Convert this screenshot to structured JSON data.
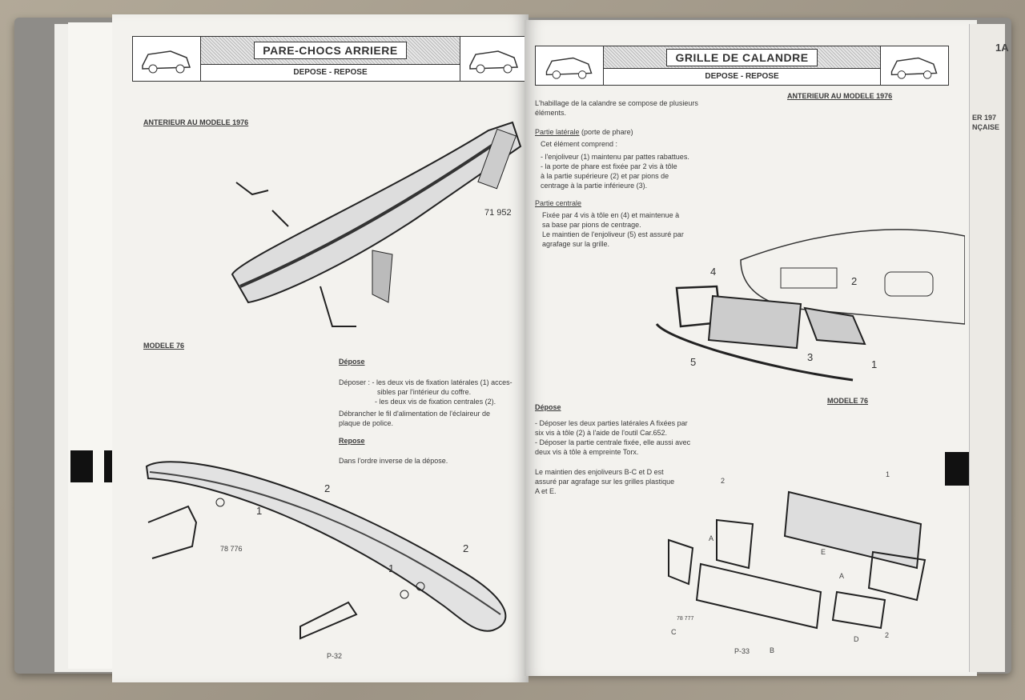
{
  "left_page": {
    "header": {
      "title": "PARE-CHOCS ARRIERE",
      "subtitle": "DEPOSE - REPOSE"
    },
    "section1": "ANTERIEUR AU MODELE 1976",
    "fig1_ref": "71 952",
    "section2": "MODELE 76",
    "fig2_ref": "78 776",
    "callouts": [
      "1",
      "2",
      "1",
      "2"
    ],
    "depose_title": "Dépose",
    "depose_lines": [
      "Déposer : - les deux vis de fixation latérales (1) acces-",
      "sibles par l'intérieur du coffre.",
      "- les deux vis de fixation centrales (2).",
      "Débrancher le fil d'alimentation de l'éclaireur de",
      "plaque de police."
    ],
    "repose_title": "Repose",
    "repose_text": "Dans l'ordre inverse de la dépose.",
    "page_number": "P-32"
  },
  "right_page": {
    "header": {
      "title": "GRILLE DE CALANDRE",
      "subtitle": "DEPOSE - REPOSE"
    },
    "intro": [
      "L'habillage de la calandre se compose de plusieurs",
      "éléments."
    ],
    "lateral_title": "Partie latérale",
    "lateral_title_rest": " (porte de phare)",
    "lateral_lines": [
      "Cet élément comprend :",
      "- l'enjoliveur (1) maintenu par pattes rabattues.",
      "- la porte de phare est fixée par 2 vis à tôle",
      "à la partie supérieure (2) et par pions de",
      "centrage à la partie inférieure (3)."
    ],
    "central_title": "Partie centrale",
    "central_lines": [
      "Fixée par 4 vis à tôle en (4) et maintenue à",
      "sa base par pions de centrage.",
      "Le maintien de l'enjoliveur (5) est assuré par",
      "agrafage sur la grille."
    ],
    "section1": "ANTERIEUR AU MODELE 1976",
    "section2": "MODELE 76",
    "fig1_callouts": [
      "4",
      "2",
      "5",
      "3",
      "1"
    ],
    "depose_title": "Dépose",
    "depose_lines": [
      "- Déposer les deux parties latérales A fixées par",
      "six vis à tôle (2) à l'aide de l'outil Car.652.",
      "- Déposer la partie centrale fixée, elle aussi avec",
      "deux vis à tôle à empreinte Torx."
    ],
    "maintien_lines": [
      "Le maintien des enjoliveurs B-C et D est",
      "assuré par agrafage sur les grilles plastique",
      "A et E."
    ],
    "fig2_callouts": [
      "1",
      "2",
      "A",
      "E",
      "A",
      "C",
      "B",
      "D",
      "2"
    ],
    "fig2_ref": "78 777",
    "page_number": "P-33"
  },
  "side_tab": {
    "lines": [
      "1A",
      "ER 197",
      "NÇAISE"
    ]
  }
}
